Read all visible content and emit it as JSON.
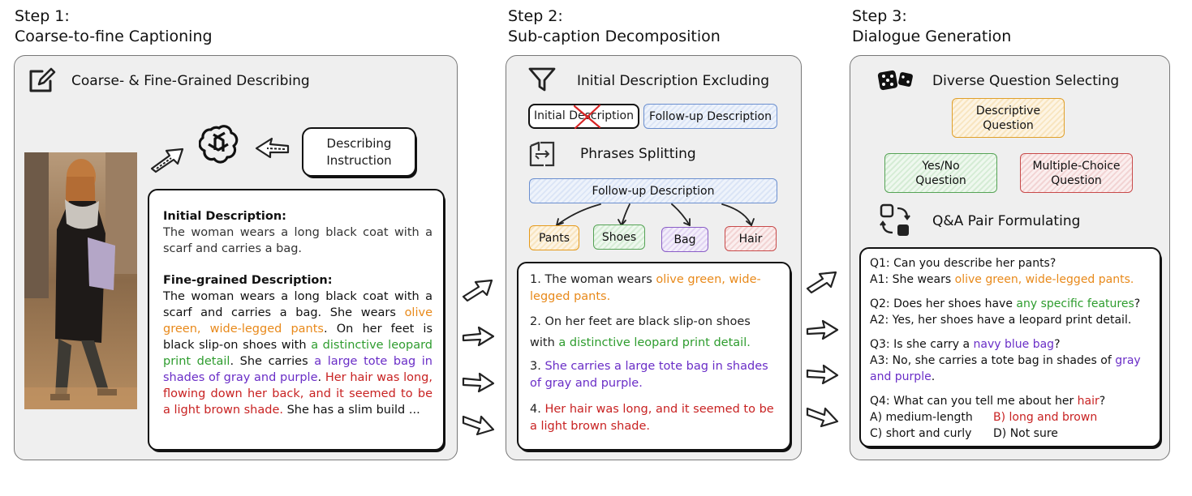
{
  "steps": [
    {
      "label": "Step 1:",
      "title": "Coarse-to-fine Captioning"
    },
    {
      "label": "Step 2:",
      "title": "Sub-caption Decomposition"
    },
    {
      "label": "Step 3:",
      "title": "Dialogue Generation"
    }
  ],
  "panel1": {
    "header": "Coarse- & Fine-Grained Describing",
    "instruction": "Describing Instruction",
    "initial_heading": "Initial Description:",
    "initial_text": "The woman wears a long black coat with a scarf and carries a bag.",
    "fine_heading": "Fine-grained Description:",
    "fine_segments": [
      {
        "text": "The woman wears a long black coat with a scarf and carries a bag. She wears ",
        "color": "default"
      },
      {
        "text": "olive green, wide-legged pants",
        "color": "orange"
      },
      {
        "text": ". On her feet is black slip-on shoes with ",
        "color": "default"
      },
      {
        "text": "a distinctive leopard print detail",
        "color": "green"
      },
      {
        "text": ". She carries ",
        "color": "default"
      },
      {
        "text": "a large tote bag in shades of gray and purple",
        "color": "purple"
      },
      {
        "text": ". ",
        "color": "default"
      },
      {
        "text": "Her hair was long, flowing down her back, and it seemed to be a light brown shade.",
        "color": "red"
      },
      {
        "text": " She has a slim build ...",
        "color": "default"
      }
    ]
  },
  "panel2": {
    "header1": "Initial Description Excluding",
    "initial_box": "Initial Description",
    "followup_box": "Follow-up Description",
    "header2": "Phrases Splitting",
    "followup_bar": "Follow-up Description",
    "chips": [
      "Pants",
      "Shoes",
      "Bag",
      "Hair"
    ],
    "items": [
      {
        "num": "1.",
        "segments": [
          {
            "text": "The woman wears ",
            "color": "default"
          },
          {
            "text": "olive green, wide-legged pants.",
            "color": "orange"
          }
        ]
      },
      {
        "num": "2.",
        "segments": [
          {
            "text": "On her feet are black slip-on shoes with ",
            "color": "default"
          },
          {
            "text": "a distinctive leopard print detail.",
            "color": "green"
          }
        ]
      },
      {
        "num": "3.",
        "segments": [
          {
            "text": "She carries a large tote bag in shades of gray and purple.",
            "color": "purple"
          }
        ]
      },
      {
        "num": "4.",
        "segments": [
          {
            "text": "Her hair was long, and it seemed to be a light brown shade.",
            "color": "red"
          }
        ]
      }
    ]
  },
  "panel3": {
    "header1": "Diverse Question Selecting",
    "q_descriptive": "Descriptive Question",
    "q_yesno": "Yes/No Question",
    "q_multiple": "Multiple-Choice Question",
    "header2": "Q&A Pair Formulating",
    "qa": [
      {
        "q": [
          {
            "text": "Q1: Can you describe her pants?",
            "color": "default"
          }
        ],
        "a": [
          {
            "text": "A1: She wears ",
            "color": "default"
          },
          {
            "text": "olive green, wide-legged pants.",
            "color": "orange"
          }
        ]
      },
      {
        "q": [
          {
            "text": "Q2: Does her shoes have ",
            "color": "default"
          },
          {
            "text": "any specific features",
            "color": "green"
          },
          {
            "text": "?",
            "color": "default"
          }
        ],
        "a": [
          {
            "text": "A2: Yes, her shoes have a leopard print detail.",
            "color": "default"
          }
        ]
      },
      {
        "q": [
          {
            "text": "Q3: Is she carry a ",
            "color": "default"
          },
          {
            "text": "navy blue bag",
            "color": "purple"
          },
          {
            "text": "?",
            "color": "default"
          }
        ],
        "a": [
          {
            "text": "A3: No, she carries a tote bag in shades of ",
            "color": "default"
          },
          {
            "text": "gray and purple",
            "color": "purple"
          },
          {
            "text": ".",
            "color": "default"
          }
        ]
      },
      {
        "q": [
          {
            "text": "Q4: What can you tell me about her ",
            "color": "default"
          },
          {
            "text": "hair",
            "color": "red"
          },
          {
            "text": "?",
            "color": "default"
          }
        ],
        "opts": [
          [
            "A) medium-length",
            "B) long and brown"
          ],
          [
            "C) short and curly",
            "D) Not sure"
          ]
        ],
        "opt_colors": [
          [
            "default",
            "red"
          ],
          [
            "default",
            "default"
          ]
        ]
      }
    ]
  },
  "colors": {
    "orange": "#e8891a",
    "green": "#2e9c2e",
    "purple": "#6a2ec7",
    "red": "#c82222",
    "blue": "#6b8fcf"
  }
}
